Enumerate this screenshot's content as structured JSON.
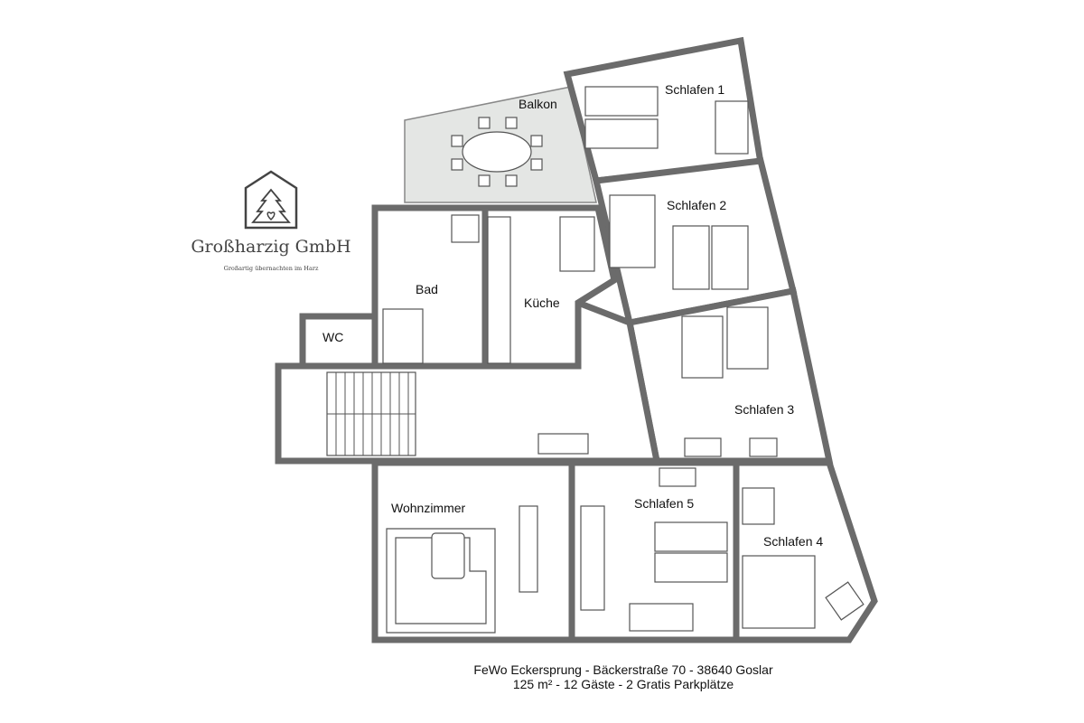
{
  "logo": {
    "name": "Großharzig GmbH",
    "tagline": "Großartig übernachten im Harz"
  },
  "rooms": {
    "balkon": "Balkon",
    "schlafen1": "Schlafen 1",
    "schlafen2": "Schlafen 2",
    "schlafen3": "Schlafen 3",
    "schlafen4": "Schlafen 4",
    "schlafen5": "Schlafen 5",
    "bad": "Bad",
    "kueche": "Küche",
    "wc": "WC",
    "wohnzimmer": "Wohnzimmer"
  },
  "caption": {
    "line1": "FeWo Eckersprung - Bäckerstraße 70 - 38640 Goslar",
    "line2": "125 m² - 12 Gäste - 2 Gratis Parkplätze"
  },
  "colors": {
    "wall": "#6b6b6b",
    "balcony": "#e4e6e4"
  }
}
